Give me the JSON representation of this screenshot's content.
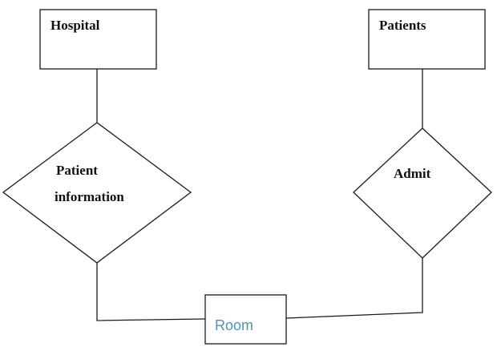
{
  "entities": {
    "hospital": {
      "label": "Hospital"
    },
    "patients": {
      "label": "Patients"
    },
    "room": {
      "label": "Room"
    }
  },
  "relationships": {
    "patient_information": {
      "line1": "Patient",
      "line2": "information"
    },
    "admit": {
      "label": "Admit"
    }
  },
  "colors": {
    "line": "#1a1a1a",
    "text": "#111111",
    "room_text": "#4f93b8"
  }
}
